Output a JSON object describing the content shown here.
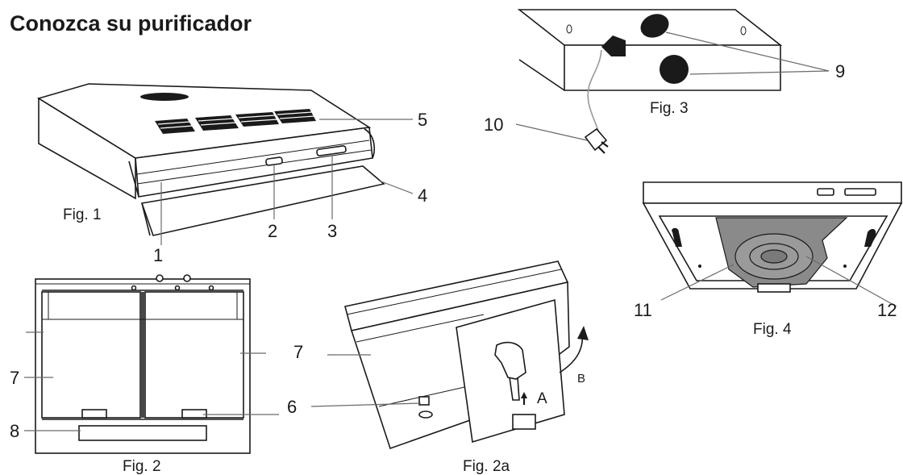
{
  "title": "Conozca su purificador",
  "figures": {
    "fig1": "Fig. 1",
    "fig2": "Fig. 2",
    "fig2a": "Fig. 2a",
    "fig3": "Fig. 3",
    "fig4": "Fig. 4"
  },
  "callouts": {
    "c1": "1",
    "c2": "2",
    "c3": "3",
    "c4": "4",
    "c5": "5",
    "c6": "6",
    "c7a": "7",
    "c7b": "7",
    "c8": "8",
    "c9": "9",
    "c10": "10",
    "c11": "11",
    "c12": "12"
  },
  "arrows": {
    "a": "A",
    "b": "B"
  }
}
